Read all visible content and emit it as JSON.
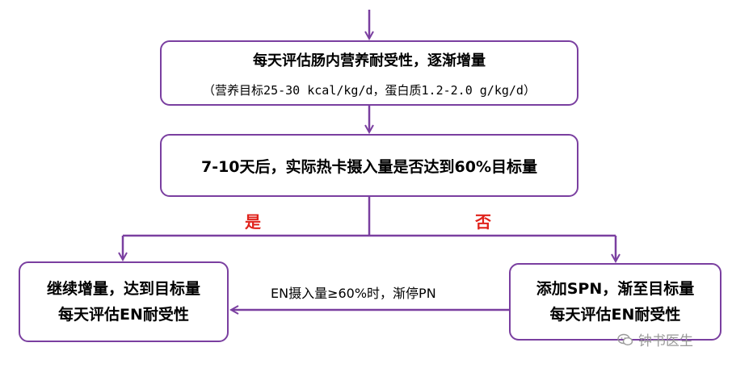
{
  "nodes": {
    "daily_assessment": {
      "line1": "每天评估肠内营养耐受性，逐渐增量",
      "line2": "（营养目标25-30 kcal/kg/d，蛋白质1.2-2.0 g/kg/d）"
    },
    "check_intake": {
      "line1": "7-10天后，实际热卡摄入量是否达到60%目标量"
    },
    "continue_en": {
      "line1": "继续增量，达到目标量",
      "line2": "每天评估EN耐受性"
    },
    "add_spn": {
      "line1": "添加SPN，渐至目标量",
      "line2": "每天评估EN耐受性"
    }
  },
  "branches": {
    "yes": "是",
    "no": "否"
  },
  "edge_label": "EN摄入量≥60%时，渐停PN",
  "watermark": {
    "text": "钟书医生",
    "icon": "wechat-icon"
  },
  "colors": {
    "border": "#7a3fa0",
    "arrow": "#7a3fa0",
    "branch_label": "#e0221b"
  }
}
